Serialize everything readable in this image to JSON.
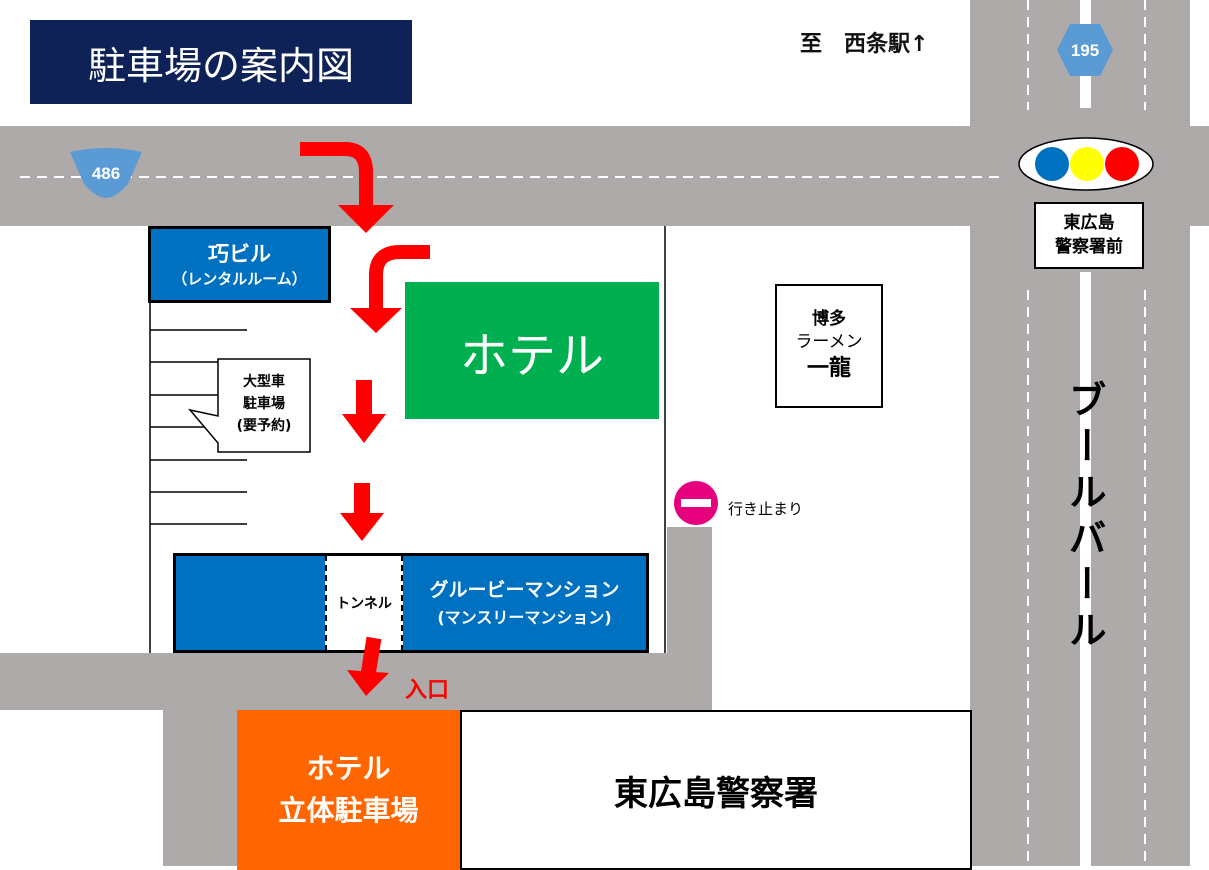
{
  "title": "駐車場の案内図",
  "destination": "至　西条駅↑",
  "routes": {
    "route_486": "486",
    "route_195": "195"
  },
  "buildings": {
    "takumi_bldg": {
      "name": "巧ビル",
      "sub": "（レンタルルーム）"
    },
    "large_vehicle_parking": {
      "line1": "大型車",
      "line2": "駐車場",
      "line3": "(要予約)"
    },
    "hotel": "ホテル",
    "ramen": {
      "line1": "博多",
      "line2": "ラーメン",
      "line3": "一龍"
    },
    "tunnel": "トンネル",
    "groovy_mansion": {
      "name": "グルービーマンション",
      "sub": "(マンスリーマンション)"
    },
    "hotel_garage": {
      "line1": "ホテル",
      "line2": "立体駐車場"
    },
    "police_station": "東広島警察署"
  },
  "signal_label": {
    "line1": "東広島",
    "line2": "警察署前"
  },
  "boulevard": "ブールバール",
  "dead_end": "行き止まり",
  "entrance": "入口",
  "colors": {
    "road": "#aeaaaa",
    "title_bg": "#0f2257",
    "blue_building": "#0070c0",
    "hotel_green": "#00b050",
    "garage_orange": "#ff6600",
    "arrow_red": "#ff0000",
    "route_shield": "#5b9bd5",
    "dead_end_sign": "#e6007e",
    "signal_blue": "#0070c0",
    "signal_yellow": "#ffff00",
    "signal_red": "#ff0000"
  }
}
